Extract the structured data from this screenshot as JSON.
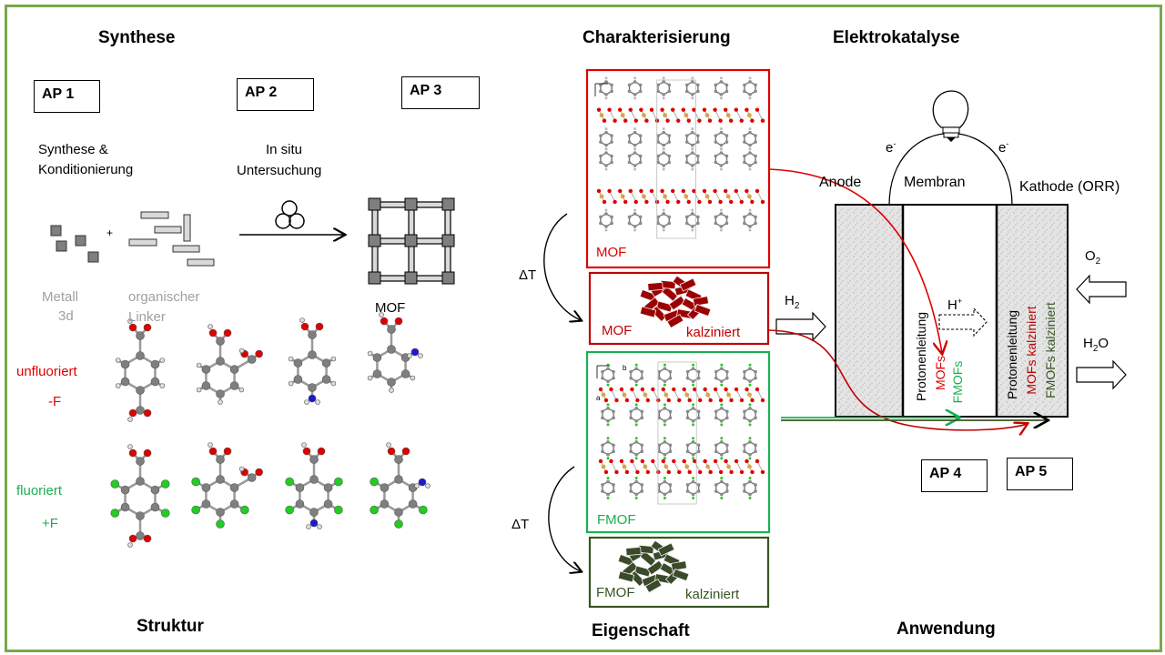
{
  "headings": {
    "synthese": "Synthese",
    "charakterisierung": "Charakterisierung",
    "elektrokatalyse": "Elektrokatalyse",
    "struktur": "Struktur",
    "eigenschaft": "Eigenschaft",
    "anwendung": "Anwendung"
  },
  "work_packages": {
    "ap1": "AP 1",
    "ap2": "AP 2",
    "ap3": "AP 3",
    "ap4": "AP 4",
    "ap5": "AP 5"
  },
  "synthesis": {
    "step1_line1": "Synthese &",
    "step1_line2": "Konditionierung",
    "step2_line1": "In situ",
    "step2_line2": "Untersuchung",
    "plus": "+",
    "metal_line1": "Metall",
    "metal_line2": "3d",
    "linker_line1": "organischer",
    "linker_line2": "Linker",
    "product": "MOF"
  },
  "linker_rows": {
    "unfluorinated": "unfluoriert",
    "unfluorinated_sign": "-F",
    "fluorinated": "fluoriert",
    "fluorinated_sign": "+F"
  },
  "characterization": {
    "delta_t": "ΔT",
    "mof": "MOF",
    "mof_calc_name": "MOF",
    "mof_calc": "kalziniert",
    "fmof": "FMOF",
    "fmof_calc_name": "FMOF",
    "fmof_calc": "kalziniert",
    "axis_a": "a",
    "axis_b": "b"
  },
  "fuel_cell": {
    "electron": "e",
    "electron_sup": "-",
    "anode": "Anode",
    "membrane": "Membran",
    "cathode": "Kathode (ORR)",
    "h2": "H",
    "h2_sub": "2",
    "o2": "O",
    "o2_sub": "2",
    "h2o_h": "H",
    "h2o_sub": "2",
    "h2o_o": "O",
    "hplus": "H",
    "hplus_sup": "+",
    "proton_conduction": "Protonenleitung",
    "mofs": "MOFs",
    "fmofs": "FMOFs",
    "mofs_calc": "MOFs kalziniert",
    "fmofs_calc": "FMOFs kalziniert"
  },
  "colors": {
    "frame": "#77a84c",
    "mof_red": "#e00000",
    "mof_dark_red": "#c00000",
    "fmof_green": "#19b050",
    "fmof_dark_green": "#375623"
  }
}
